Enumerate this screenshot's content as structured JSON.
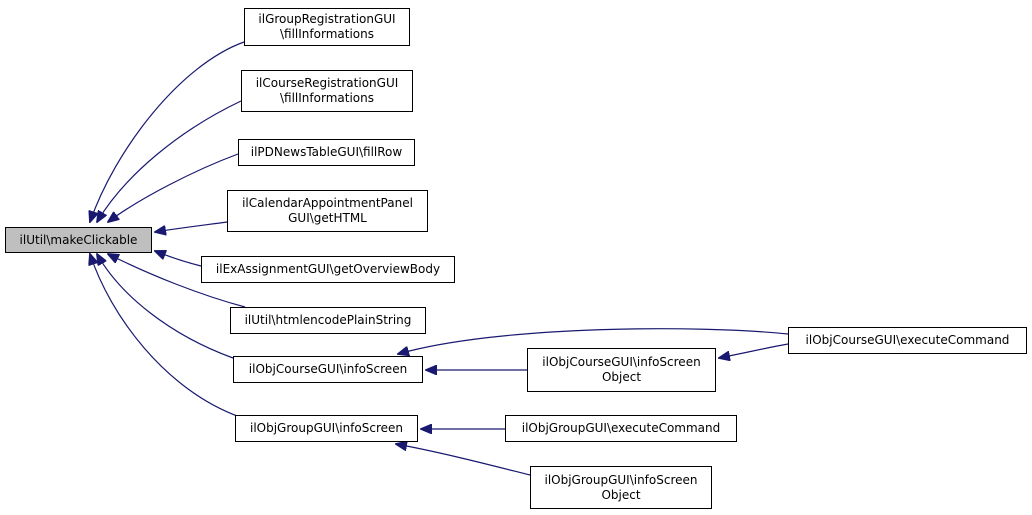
{
  "edge_color": "#191970",
  "root_fill": "#bfbfbf",
  "nodes": {
    "root": "ilUtil\\makeClickable",
    "group_reg": "ilGroupRegistrationGUI\n\\fillInformations",
    "course_reg": "ilCourseRegistrationGUI\n\\fillInformations",
    "pd_news": "ilPDNewsTableGUI\\fillRow",
    "calendar": "ilCalendarAppointmentPanel\nGUI\\getHTML",
    "ex_assign": "ilExAssignmentGUI\\getOverviewBody",
    "htmlencode": "ilUtil\\htmlencodePlainString",
    "course_info": "ilObjCourseGUI\\infoScreen",
    "group_info": "ilObjGroupGUI\\infoScreen",
    "course_exec": "ilObjCourseGUI\\executeCommand",
    "course_info_obj": "ilObjCourseGUI\\infoScreen\nObject",
    "group_exec": "ilObjGroupGUI\\executeCommand",
    "group_info_obj": "ilObjGroupGUI\\infoScreen\nObject"
  },
  "edges": [
    {
      "from": "group_reg",
      "to": "root"
    },
    {
      "from": "course_reg",
      "to": "root"
    },
    {
      "from": "pd_news",
      "to": "root"
    },
    {
      "from": "calendar",
      "to": "root"
    },
    {
      "from": "ex_assign",
      "to": "root"
    },
    {
      "from": "htmlencode",
      "to": "root"
    },
    {
      "from": "course_info",
      "to": "root"
    },
    {
      "from": "group_info",
      "to": "root"
    },
    {
      "from": "course_exec",
      "to": "course_info"
    },
    {
      "from": "course_info_obj",
      "to": "course_info"
    },
    {
      "from": "course_exec",
      "to": "course_info_obj"
    },
    {
      "from": "group_exec",
      "to": "group_info"
    },
    {
      "from": "group_info_obj",
      "to": "group_info"
    }
  ]
}
